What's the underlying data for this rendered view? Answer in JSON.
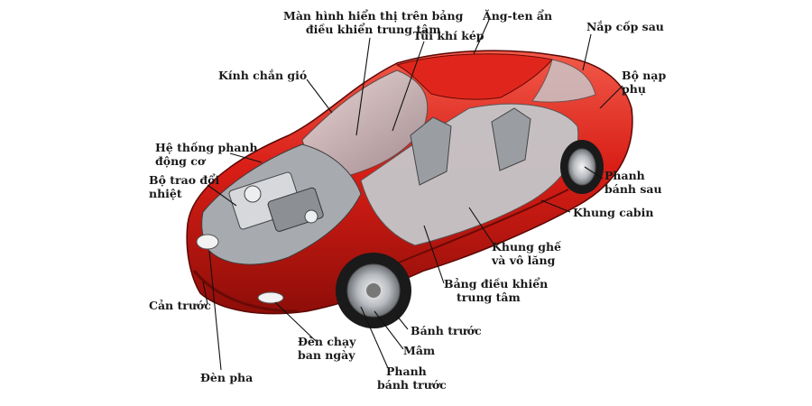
{
  "colors": {
    "body": "#d81e16",
    "body_dark": "#8e0d08",
    "body_light": "#f25a4a",
    "metal": "#b9bcc0",
    "leader": "#111111"
  },
  "labels": {
    "display": [
      "Màn hình hiển thị trên bảng",
      "điều khiển trung tâm"
    ],
    "antenna": [
      "Ăng-ten ẩn"
    ],
    "trunk": [
      "Nắp cốp sau"
    ],
    "airbag": [
      "Túi khí kép"
    ],
    "charger": [
      "Bộ nạp",
      "phụ"
    ],
    "windshield": [
      "Kính chắn gió"
    ],
    "motor_brake": [
      "Hệ thống phanh",
      "động cơ"
    ],
    "heat_exchanger": [
      "Bộ trao đổi",
      "nhiệt"
    ],
    "rear_brake": [
      "Phanh",
      "bánh sau"
    ],
    "cabin_frame": [
      "Khung cabin"
    ],
    "seat_frame": [
      "Khung ghế",
      "và vô lăng"
    ],
    "console": [
      "Bảng điều khiển",
      "trung tâm"
    ],
    "front_bumper": [
      "Cản trước"
    ],
    "front_wheel": [
      "Bánh trước"
    ],
    "rim": [
      "Mâm"
    ],
    "drl": [
      "Đèn chạy",
      "ban ngày"
    ],
    "headlight": [
      "Đèn pha"
    ],
    "front_brake": [
      "Phanh",
      "bánh trước"
    ]
  }
}
